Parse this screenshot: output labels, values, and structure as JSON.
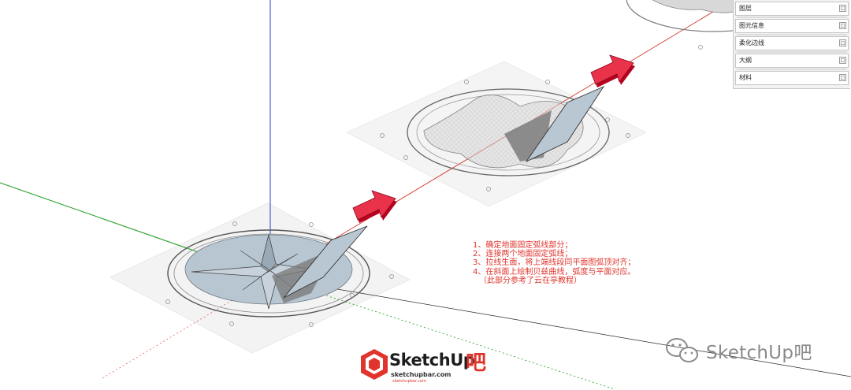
{
  "tray": {
    "items": [
      {
        "label": "图层",
        "toggle": "□"
      },
      {
        "label": "图元信息",
        "toggle": "□"
      },
      {
        "label": "柔化边线",
        "toggle": "□"
      },
      {
        "label": "大纲",
        "toggle": "□"
      },
      {
        "label": "材料",
        "toggle": "□"
      }
    ]
  },
  "notes": {
    "lines": [
      "1、确定地面固定弧线部分；",
      "2、连接两个地面固定弧线；",
      "3、拉线生面，将上端线段同平面图弧顶对齐；",
      "4、在斜面上绘制贝兹曲线，弧度与平面对应。",
      "（此部分参考了云在亭教程）"
    ]
  },
  "logo": {
    "name": "SketchUp",
    "suffix": "吧",
    "url": "sketchupbar.com",
    "url_small": "sketchupbar.com"
  },
  "watermark": {
    "text": "SketchUp吧"
  },
  "colors": {
    "accent_red": "#e0342c",
    "axis_blue": "#2b3cc4",
    "axis_green": "#1a9a1a",
    "axis_red": "#d43a2a",
    "model_fill": "#b8c6d2",
    "shadow": "#7c7c7c"
  }
}
